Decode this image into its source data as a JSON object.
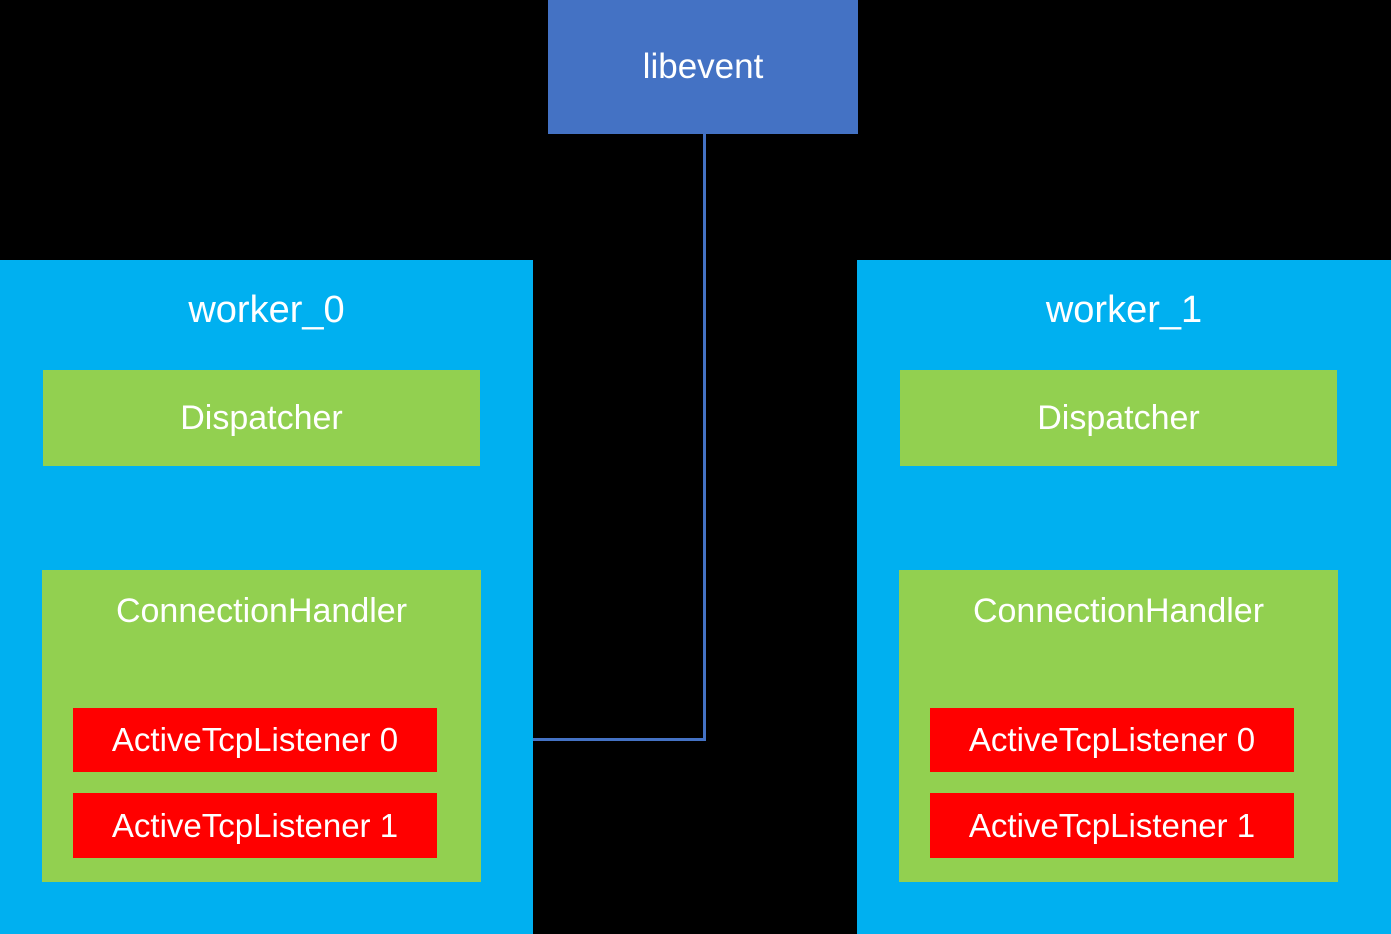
{
  "libevent": {
    "label": "libevent"
  },
  "workers": [
    {
      "title": "worker_0",
      "dispatcher_label": "Dispatcher",
      "connection_handler_label": "ConnectionHandler",
      "listeners": [
        "ActiveTcpListener 0",
        "ActiveTcpListener 1"
      ]
    },
    {
      "title": "worker_1",
      "dispatcher_label": "Dispatcher",
      "connection_handler_label": "ConnectionHandler",
      "listeners": [
        "ActiveTcpListener 0",
        "ActiveTcpListener 1"
      ]
    }
  ],
  "arrow": {
    "from": "libevent",
    "to": "worker_0 ActiveTcpListener 0"
  },
  "colors": {
    "background": "#000000",
    "libevent-blue": "#4472C4",
    "arrow-blue": "#4472C4",
    "worker-cyan": "#00B0F0",
    "handler-green": "#92D050",
    "listener-red": "#FF0000",
    "text-white": "#FFFFFF"
  }
}
